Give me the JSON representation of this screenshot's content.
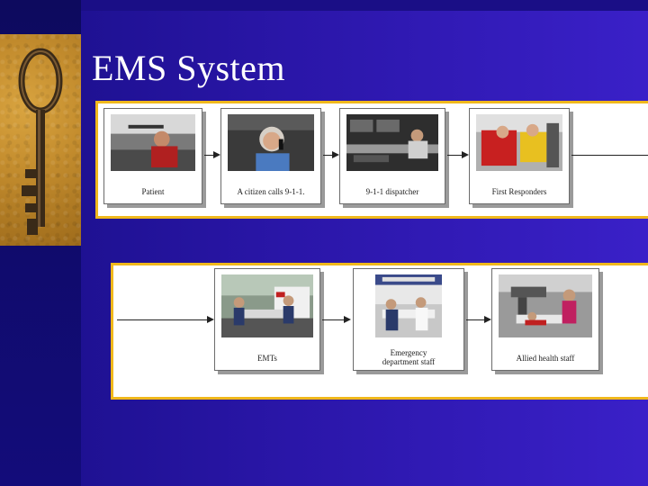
{
  "slide": {
    "title": "EMS System"
  },
  "flow_top": [
    {
      "caption": "Patient"
    },
    {
      "caption": "A citizen calls 9-1-1."
    },
    {
      "caption": "9-1-1 dispatcher"
    },
    {
      "caption": "First Responders"
    }
  ],
  "flow_bottom": [
    {
      "caption": "EMTs"
    },
    {
      "caption": "Emergency department staff"
    },
    {
      "caption": "Allied health staff"
    }
  ],
  "colors": {
    "background": "#2a16a8",
    "panel_border": "#f0b81c",
    "title_text": "#ffffff"
  }
}
